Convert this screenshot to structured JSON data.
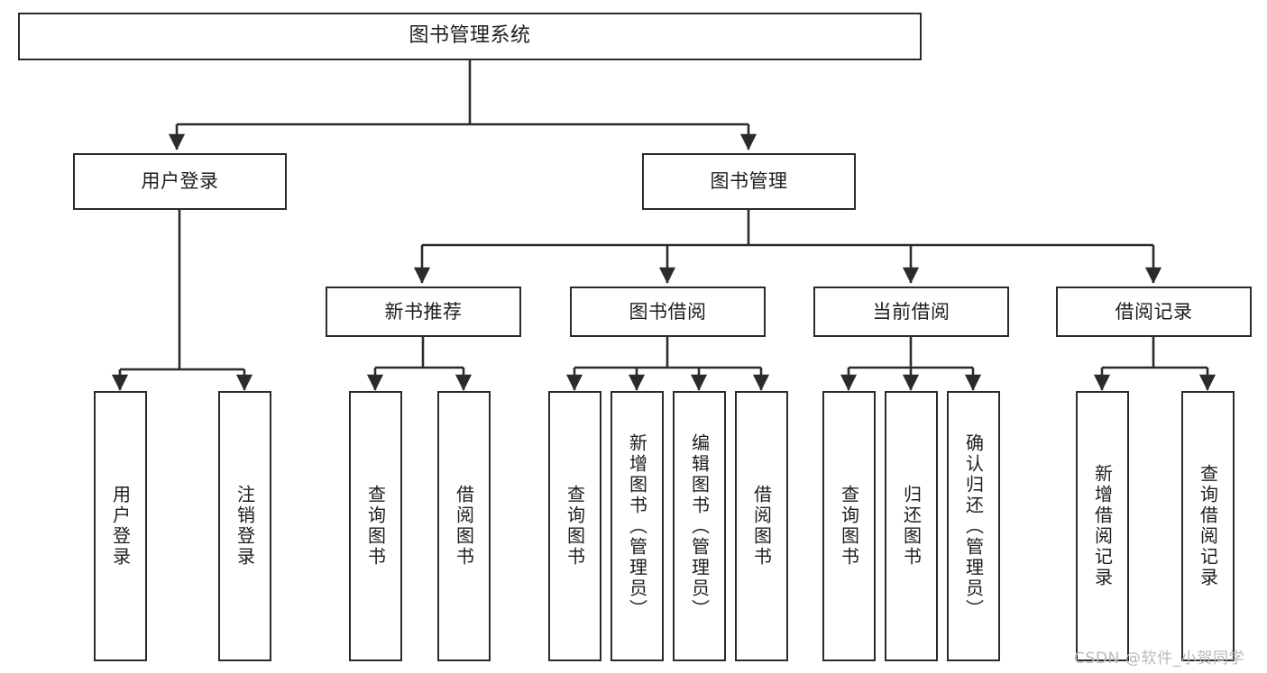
{
  "diagram": {
    "title": "图书管理系统",
    "watermark": "CSDN @软件_小贺同学",
    "colors": {
      "box_border": "#2b2b2b",
      "box_fill": "#ffffff",
      "edge": "#2b2b2b",
      "text": "#1d1d1d",
      "watermark": "#b9b9b9",
      "background": "#ffffff"
    },
    "levels": {
      "root": "图书管理系统",
      "level2": [
        "用户登录",
        "图书管理"
      ],
      "level3": [
        "新书推荐",
        "图书借阅",
        "当前借阅",
        "借阅记录"
      ]
    },
    "nodes": {
      "root": {
        "label": "图书管理系统"
      },
      "user_login": {
        "label": "用户登录"
      },
      "book_manage": {
        "label": "图书管理"
      },
      "new_book_rec": {
        "label": "新书推荐"
      },
      "book_borrow": {
        "label": "图书借阅"
      },
      "current_borrow": {
        "label": "当前借阅"
      },
      "borrow_record": {
        "label": "借阅记录"
      },
      "leaf_user_login": {
        "label": "用户登录"
      },
      "leaf_logout": {
        "label": "注销登录"
      },
      "leaf_query_book_a": {
        "label": "查询图书"
      },
      "leaf_borrow_book_a": {
        "label": "借阅图书"
      },
      "leaf_query_book_b": {
        "label": "查询图书"
      },
      "leaf_add_book": {
        "label": "新增图书（管理员）"
      },
      "leaf_edit_book": {
        "label": "编辑图书（管理员）"
      },
      "leaf_borrow_book_b": {
        "label": "借阅图书"
      },
      "leaf_query_book_c": {
        "label": "查询图书"
      },
      "leaf_return_book": {
        "label": "归还图书"
      },
      "leaf_confirm_return": {
        "label": "确认归还（管理员）"
      },
      "leaf_add_record": {
        "label": "新增借阅记录"
      },
      "leaf_query_record": {
        "label": "查询借阅记录"
      }
    },
    "tree": [
      {
        "label": "图书管理系统",
        "children": [
          {
            "label": "用户登录",
            "children": [
              {
                "label": "用户登录"
              },
              {
                "label": "注销登录"
              }
            ]
          },
          {
            "label": "图书管理",
            "children": [
              {
                "label": "新书推荐",
                "children": [
                  {
                    "label": "查询图书"
                  },
                  {
                    "label": "借阅图书"
                  }
                ]
              },
              {
                "label": "图书借阅",
                "children": [
                  {
                    "label": "查询图书"
                  },
                  {
                    "label": "新增图书（管理员）"
                  },
                  {
                    "label": "编辑图书（管理员）"
                  },
                  {
                    "label": "借阅图书"
                  }
                ]
              },
              {
                "label": "当前借阅",
                "children": [
                  {
                    "label": "查询图书"
                  },
                  {
                    "label": "归还图书"
                  },
                  {
                    "label": "确认归还（管理员）"
                  }
                ]
              },
              {
                "label": "借阅记录",
                "children": [
                  {
                    "label": "新增借阅记录"
                  },
                  {
                    "label": "查询借阅记录"
                  }
                ]
              }
            ]
          }
        ]
      }
    ]
  }
}
